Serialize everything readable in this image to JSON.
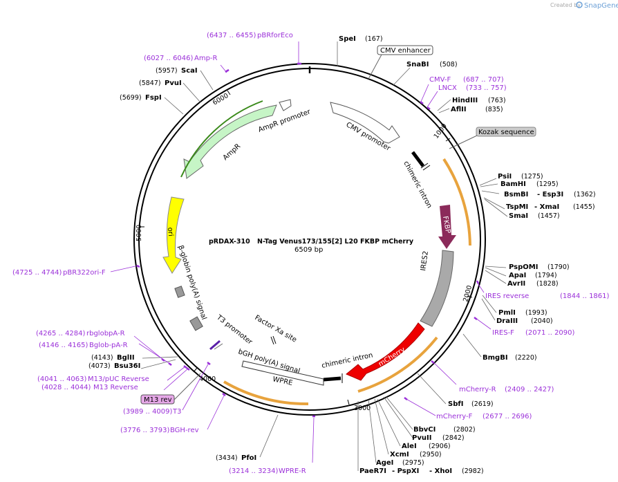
{
  "brand": {
    "created_by": "Created by",
    "name": "SnapGene"
  },
  "plasmid": {
    "name": "pRDAX-310",
    "description": "N-Tag Venus173/155[2] L20 FKBP mCherry",
    "size": "6509 bp"
  },
  "ticks": [
    "1000",
    "2000",
    "3000",
    "4000",
    "5000",
    "6000"
  ],
  "features": {
    "cmv_enhancer": "CMV enhancer",
    "kozak": "Kozak sequence",
    "cmv_promoter": "CMV promoter",
    "chimeric_intron_1": "chimeric intron",
    "fkbp": "FKBP",
    "ires2": "IRES2",
    "mcherry": "mCherry",
    "chimeric_intron_2": "chimeric intron",
    "wpre": "WPRE",
    "bgh": "bGH poly(A) signal",
    "factor_xa": "Factor Xa site",
    "t3": "T3 promoter",
    "beta_globin": "β-globin poly(A) signal",
    "ori": "ori",
    "ampr": "AmpR",
    "ampr_promoter": "AmpR promoter",
    "m13rev": "M13 rev"
  },
  "enzymes": [
    {
      "name": "SpeI",
      "pos": "(167)"
    },
    {
      "name": "SnaBI",
      "pos": "(508)"
    },
    {
      "name": "HindIII",
      "pos": "(763)"
    },
    {
      "name": "AflII",
      "pos": "(835)"
    },
    {
      "name": "PsiI",
      "pos": "(1275)"
    },
    {
      "name": "BamHI",
      "pos": "(1295)"
    },
    {
      "name": "BsmBI",
      "name2": "- Esp3I",
      "pos": "(1362)"
    },
    {
      "name": "TspMI",
      "name2": "- XmaI",
      "pos": "(1455)"
    },
    {
      "name": "SmaI",
      "pos": "(1457)"
    },
    {
      "name": "PspOMI",
      "pos": "(1790)"
    },
    {
      "name": "ApaI",
      "pos": "(1794)"
    },
    {
      "name": "AvrII",
      "pos": "(1828)"
    },
    {
      "name": "PmlI",
      "pos": "(1993)"
    },
    {
      "name": "DraIII",
      "pos": "(2040)"
    },
    {
      "name": "BmgBI",
      "pos": "(2220)"
    },
    {
      "name": "SbfI",
      "pos": "(2619)"
    },
    {
      "name": "BbvCI",
      "pos": "(2802)"
    },
    {
      "name": "PvuII",
      "pos": "(2842)"
    },
    {
      "name": "AleI",
      "pos": "(2906)"
    },
    {
      "name": "XcmI",
      "pos": "(2950)"
    },
    {
      "name": "AgeI",
      "pos": "(2975)"
    },
    {
      "name": "PaeR7I",
      "name2": "- PspXI",
      "name3": "- XhoI",
      "pos": "(2982)"
    },
    {
      "name": "PfoI",
      "pos": "(3434)"
    },
    {
      "name": "Bsu36I",
      "pos": "(4073)"
    },
    {
      "name": "BglII",
      "pos": "(4143)"
    },
    {
      "name": "FspI",
      "pos": "(5699)"
    },
    {
      "name": "PvuI",
      "pos": "(5847)"
    },
    {
      "name": "ScaI",
      "pos": "(5957)"
    }
  ],
  "primers": [
    {
      "range": "(6437 .. 6455)",
      "name": "pBRforEco"
    },
    {
      "range": "(6027 .. 6046)",
      "name": "Amp-R"
    },
    {
      "range": "(687 .. 707)",
      "name": "CMV-F"
    },
    {
      "range": "(733 .. 757)",
      "name": "LNCX"
    },
    {
      "range": "(1844 .. 1861)",
      "name": "IRES reverse"
    },
    {
      "range": "(2071 .. 2090)",
      "name": "IRES-F"
    },
    {
      "range": "(2409 .. 2427)",
      "name": "mCherry-R"
    },
    {
      "range": "(2677 .. 2696)",
      "name": "mCherry-F"
    },
    {
      "range": "(3214 .. 3234)",
      "name": "WPRE-R"
    },
    {
      "range": "(3776 .. 3793)",
      "name": "BGH-rev"
    },
    {
      "range": "(3989 .. 4009)",
      "name": "T3"
    },
    {
      "range": "(4028 .. 4044)",
      "name": "M13 Reverse"
    },
    {
      "range": "(4041 .. 4063)",
      "name": "M13/pUC Reverse"
    },
    {
      "range": "(4146 .. 4165)",
      "name": "Bglob-pA-R"
    },
    {
      "range": "(4265 .. 4284)",
      "name": "rbglobpA-R"
    },
    {
      "range": "(4725 .. 4744)",
      "name": "pBR322ori-F"
    }
  ],
  "colors": {
    "ampr": "#c6f5c6",
    "ori": "#ffff00",
    "fkbp": "#8b2a5a",
    "ires": "#a9a9a9",
    "mcherry": "#ee0000",
    "primer": "#9b30d9",
    "orf": "#e8a33d"
  }
}
